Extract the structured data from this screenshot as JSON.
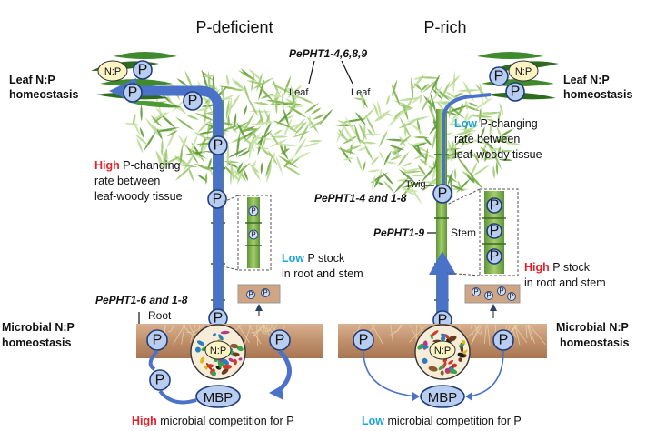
{
  "panels": {
    "left": {
      "title": "P-deficient",
      "leaf_label": "Leaf",
      "root_label": "Root",
      "gene_root": "PePHT1-6 and 1-8",
      "rate_highlight": "High",
      "rate_line1": " P-changing",
      "rate_line2": "rate between",
      "rate_line3": "leaf-woody tissue",
      "stock_highlight": "Low",
      "stock_line1": " P stock",
      "stock_line2": "in root and stem",
      "competition_highlight": "High",
      "competition_text": " microbial competition for P"
    },
    "right": {
      "title": "P-rich",
      "leaf_label": "Leaf",
      "twig_label": "Twig",
      "stem_label": "Stem",
      "gene_twig": "PePHT1-4 and 1-8",
      "gene_stem": "PePHT1-9",
      "rate_highlight": "Low",
      "rate_line1": " P-changing",
      "rate_line2": "rate between",
      "rate_line3": "leaf-woody tissue",
      "stock_highlight": "High",
      "stock_line1": " P stock",
      "stock_line2": "in root and stem",
      "competition_highlight": "Low",
      "competition_text": " microbial competition for P"
    },
    "gene_leaf": "PePHT1-4,6,8,9",
    "leaf_np": {
      "line1": "Leaf N:P",
      "line2": "homeostasis"
    },
    "microbial_np": {
      "line1": "Microbial N:P",
      "line2": "homeostasis"
    },
    "p_symbol": "P",
    "np_ratio": "N:P",
    "mbp": "MBP"
  },
  "colors": {
    "high": "#e8202a",
    "low": "#1aa3df",
    "arrow_blue": "#4a72c8",
    "soil": "#c79a78",
    "leaf_green": "#3f8a2d",
    "stem_green": "#7fb24a"
  },
  "icons": [
    "phosphate-circle",
    "np-ellipse",
    "mbp-ellipse",
    "microbe-cluster",
    "bamboo-stem",
    "bamboo-leaves",
    "soil-layer"
  ]
}
